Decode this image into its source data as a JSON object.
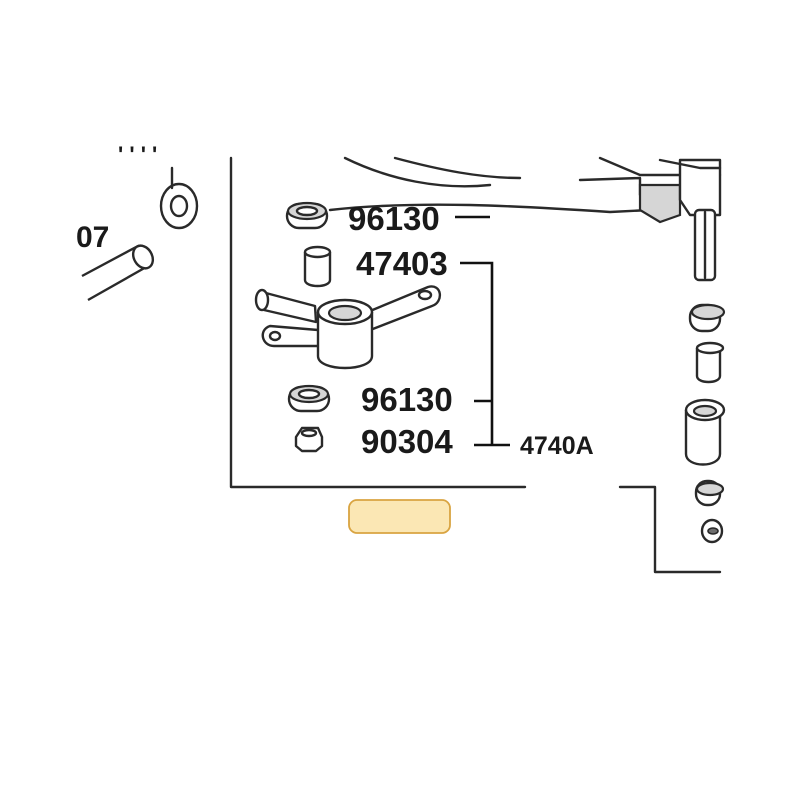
{
  "diagram": {
    "parts": [
      {
        "id": "seal-top",
        "number": "96130"
      },
      {
        "id": "collar",
        "number": "47403"
      },
      {
        "id": "seal-bottom",
        "number": "96130"
      },
      {
        "id": "nut",
        "number": "90304"
      }
    ],
    "assembly_number": "4740A",
    "fragments": {
      "left_partial": "07"
    },
    "highlight_box_color": "#fbe7b4",
    "highlight_box_border": "#d9a441",
    "line_color": "#2a2a2a"
  }
}
